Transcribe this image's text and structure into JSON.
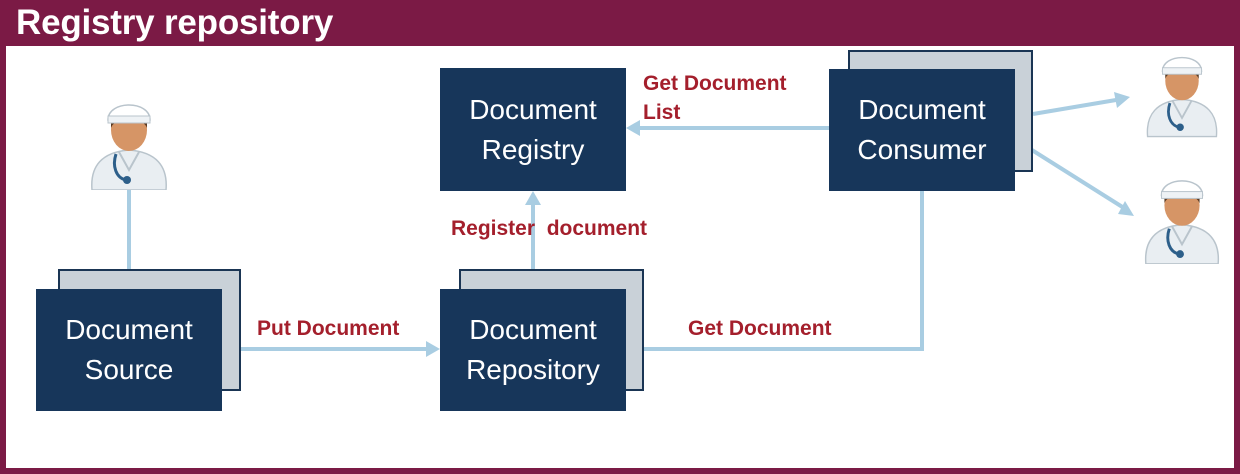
{
  "title": "Registry repository",
  "boxes": {
    "source": [
      "Document",
      "Source"
    ],
    "repository": [
      "Document",
      "Repository"
    ],
    "registry": [
      "Document",
      "Registry"
    ],
    "consumer": [
      "Document",
      "Consumer"
    ]
  },
  "labels": {
    "put_document": "Put Document",
    "register_document": "Register  document",
    "get_document_list": [
      "Get Document",
      "List"
    ],
    "get_document": "Get Document"
  },
  "colors": {
    "header": "#7b1a45",
    "box": "#17365a",
    "box_shadow": "#c9d1d8",
    "arrow": "#a9cde2",
    "label": "#a41f2c"
  },
  "icons": [
    "doctor-icon",
    "doctor-icon",
    "doctor-icon"
  ]
}
